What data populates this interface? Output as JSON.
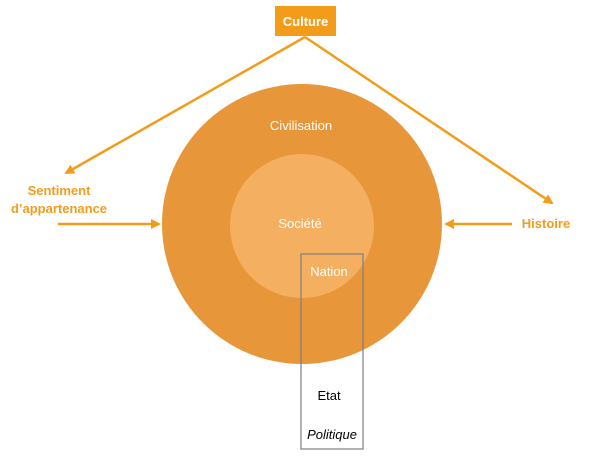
{
  "colors": {
    "accent": "#f39c1a",
    "outer_circle": "#e8963a",
    "inner_circle": "#f4b060",
    "box_stroke": "#7f7f7f",
    "dark_text": "#000000",
    "light_text": "#ffffff"
  },
  "culture": {
    "label": "Culture"
  },
  "sentiment": {
    "line1": "Sentiment",
    "line2": "d’appartenance"
  },
  "histoire": {
    "label": "Histoire"
  },
  "circles": {
    "civilisation": "Civilisation",
    "societe": "Société",
    "nation": "Nation"
  },
  "etat_box": {
    "etat": "Etat",
    "politique": "Politique"
  }
}
